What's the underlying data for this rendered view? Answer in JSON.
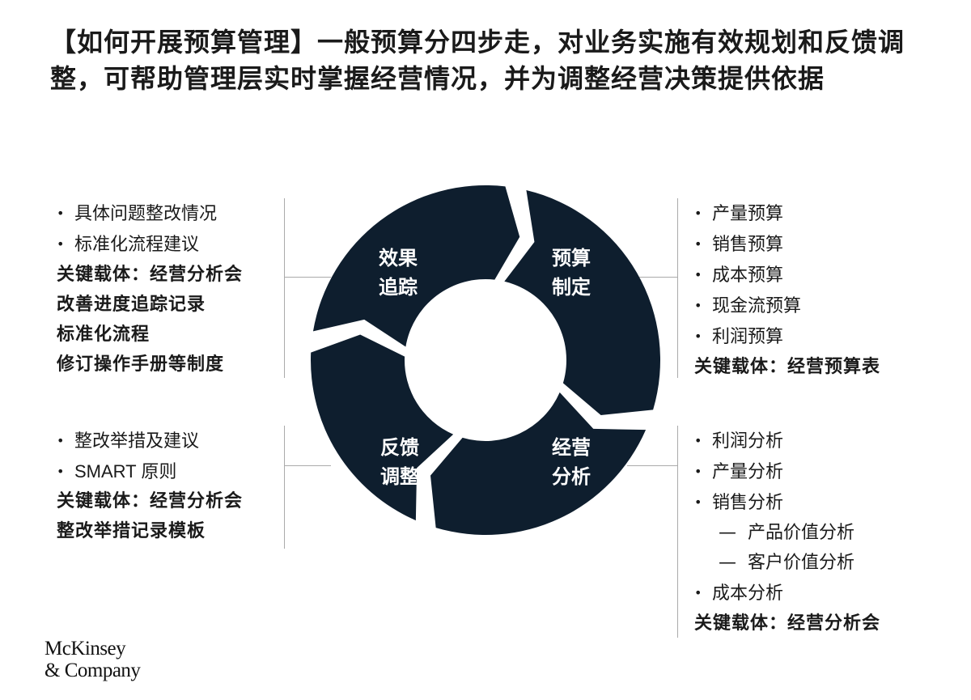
{
  "title": "【如何开展预算管理】一般预算分四步走，对业务实施有效规划和反馈调整，可帮助管理层实时掌握经营情况，并为调整经营决策提供依据",
  "cycle": {
    "tracking": [
      "效果",
      "追踪"
    ],
    "budget": [
      "预算",
      "制定"
    ],
    "analysis": [
      "经营",
      "分析"
    ],
    "feedback": [
      "反馈",
      "调整"
    ]
  },
  "panels": {
    "tracking": {
      "bullets": [
        "具体问题整改情况",
        "标准化流程建议"
      ],
      "key": [
        "关键载体：经营分析会",
        "改善进度追踪记录",
        "标准化流程",
        "修订操作手册等制度"
      ]
    },
    "feedback": {
      "bullets": [
        "整改举措及建议",
        "SMART 原则"
      ],
      "key": [
        "关键载体：经营分析会",
        "整改举措记录模板"
      ]
    },
    "budget": {
      "bullets": [
        "产量预算",
        "销售预算",
        "成本预算",
        "现金流预算",
        "利润预算"
      ],
      "key": [
        "关键载体：经营预算表"
      ]
    },
    "analysis": {
      "bullets": [
        "利润分析",
        "产量分析",
        "销售分析"
      ],
      "sub_dash": "—",
      "sub_items": [
        "产品价值分析",
        "客户价值分析"
      ],
      "bullets_after": [
        "成本分析"
      ],
      "key": [
        "关键载体：经营分析会"
      ]
    }
  },
  "logo": [
    "McKinsey",
    "& Company"
  ],
  "colors": {
    "segment": "#0e1e2e",
    "segment_text": "#ffffff",
    "connector": "#aaaaaa"
  }
}
